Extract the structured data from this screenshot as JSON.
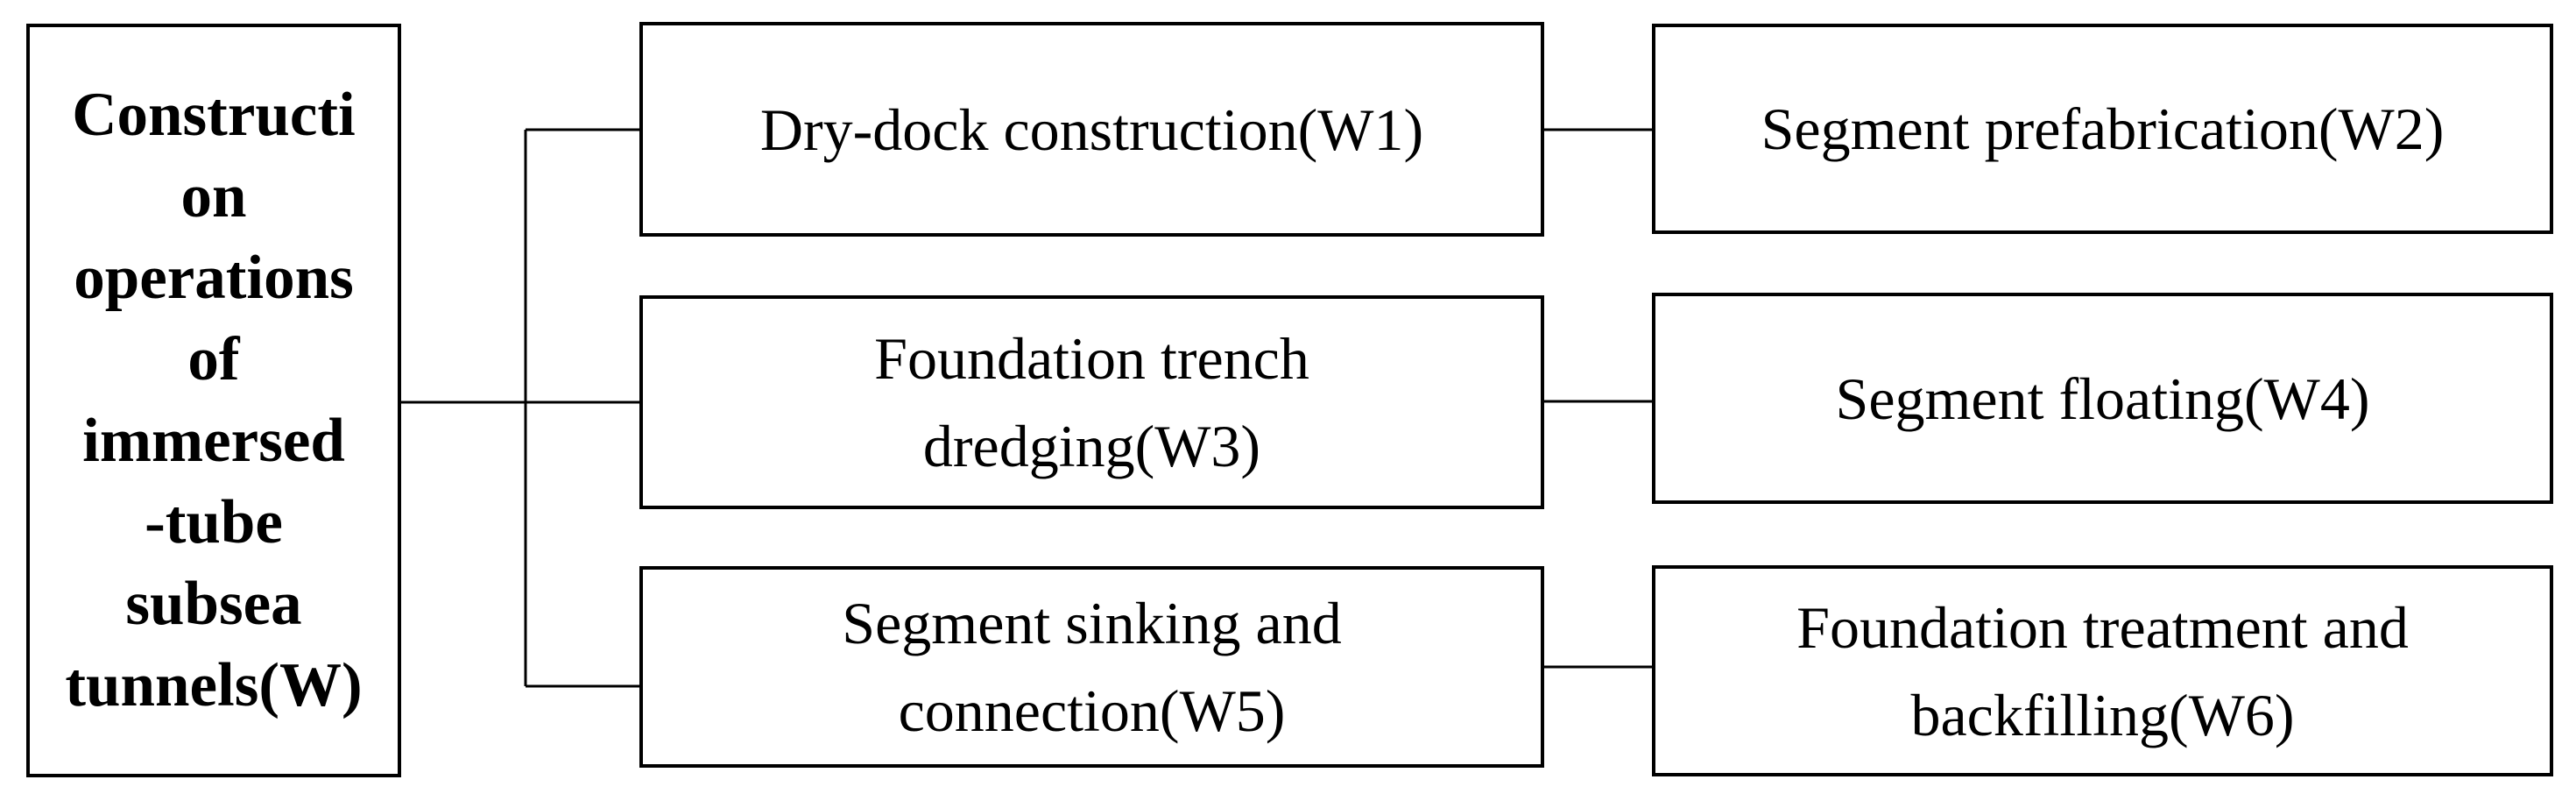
{
  "figure": {
    "background_color": "#ffffff",
    "box_border_color": "#000000",
    "connector_color": "#000000",
    "text_color": "#000000"
  },
  "root_node": {
    "id": "W",
    "label": "Construction operations of immersed-tube subsea tunnels(W)",
    "lines": [
      "Constructi",
      "on",
      "operations",
      "of",
      "immersed",
      "-tube",
      "subsea",
      "tunnels(W)"
    ]
  },
  "process_nodes": {
    "w1": {
      "id": "W1",
      "label": "Dry-dock construction(W1)"
    },
    "w2": {
      "id": "W2",
      "label": "Segment prefabrication(W2)"
    },
    "w3": {
      "id": "W3",
      "label": "Foundation trench dredging(W3)",
      "lines": [
        "Foundation trench",
        "dredging(W3)"
      ]
    },
    "w4": {
      "id": "W4",
      "label": "Segment floating(W4)"
    },
    "w5": {
      "id": "W5",
      "label": "Segment sinking and connection(W5)",
      "lines": [
        "Segment sinking and",
        "connection(W5)"
      ]
    },
    "w6": {
      "id": "W6",
      "label": "Foundation treatment and backfilling(W6)",
      "lines": [
        "Foundation treatment and",
        "backfilling(W6)"
      ]
    }
  },
  "connections": [
    "W - W1",
    "W - W3",
    "W - W5",
    "W1 - W2",
    "W3 - W4",
    "W5 - W6"
  ]
}
